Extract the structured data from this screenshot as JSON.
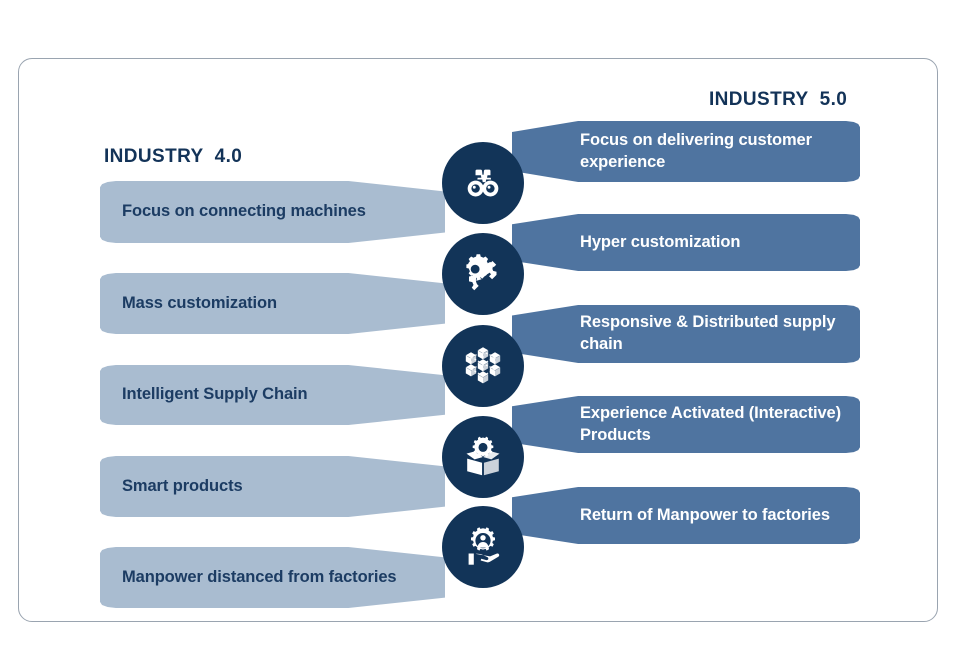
{
  "card": {
    "border_color": "#9aa4b0",
    "background": "#ffffff"
  },
  "colors": {
    "industry40_banner": "#a9bcd0",
    "industry40_text": "#1c3c63",
    "industry50_banner": "#4f74a0",
    "industry50_text": "#ffffff",
    "icon_circle": "#123458",
    "heading_text": "#133358"
  },
  "headings": {
    "left": "INDUSTRY  4.0",
    "right": "INDUSTRY  5.0"
  },
  "rows": [
    {
      "icon": "binoculars-icon",
      "left_label": "Focus on connecting machines",
      "right_label": "Focus on delivering customer experience"
    },
    {
      "icon": "gear-pencil-icon",
      "left_label": "Mass customization",
      "right_label": "Hyper customization"
    },
    {
      "icon": "distributed-cubes-network-icon",
      "left_label": "Intelligent Supply Chain",
      "right_label": "Responsive & Distributed supply chain"
    },
    {
      "icon": "open-box-gear-icon",
      "left_label": "Smart products",
      "right_label": "Experience Activated (Interactive) Products"
    },
    {
      "icon": "hand-gear-person-icon",
      "left_label": "Manpower distanced from factories",
      "right_label": "Return of Manpower to factories"
    }
  ]
}
